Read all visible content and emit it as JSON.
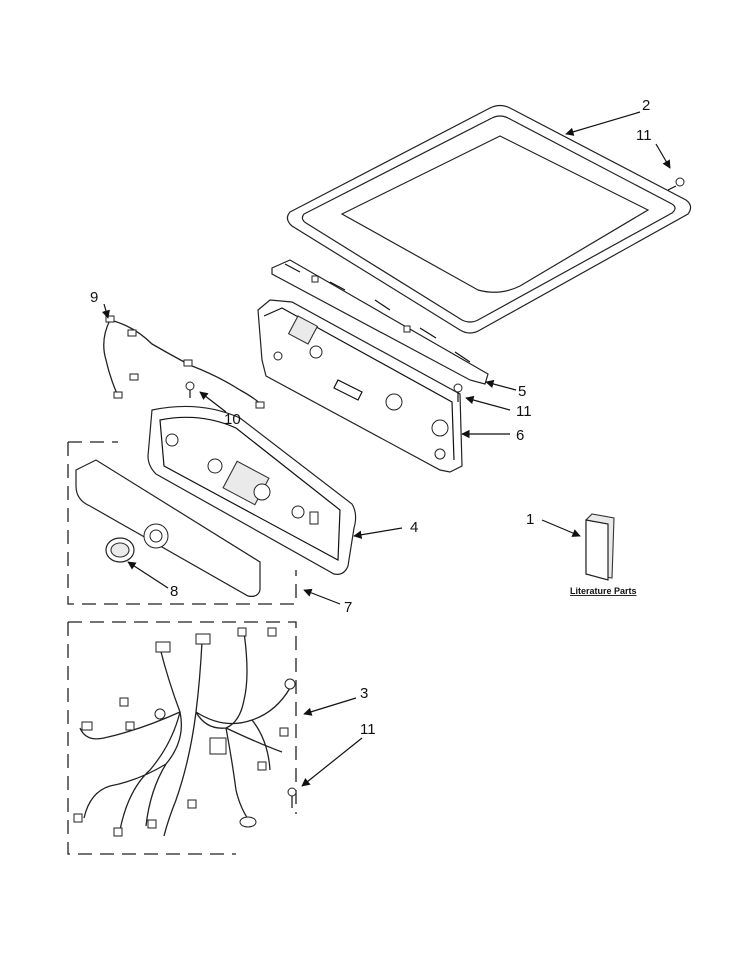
{
  "callouts": {
    "c1": "1",
    "c2": "2",
    "c3": "3",
    "c4": "4",
    "c5": "5",
    "c6": "6",
    "c7": "7",
    "c8": "8",
    "c9": "9",
    "c10": "10",
    "c11a": "11",
    "c11b": "11",
    "c11c": "11"
  },
  "literature_label": "Literature Parts",
  "icons": {
    "arrow": "arrowhead",
    "screw": "screw-icon",
    "booklet": "booklet-icon"
  },
  "colors": {
    "line": "#111111",
    "fill_gray": "#eaeaea",
    "background": "#ffffff"
  }
}
